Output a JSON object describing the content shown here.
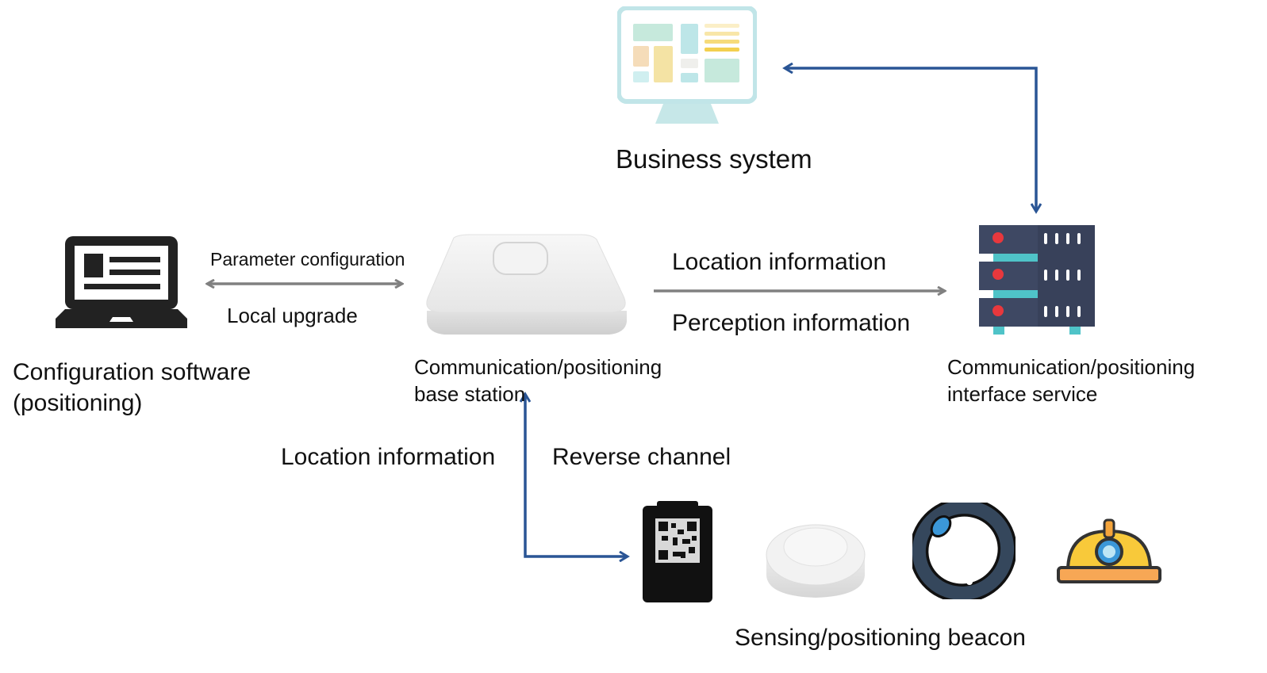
{
  "nodes": {
    "business_system": {
      "label": "Business system"
    },
    "config_software": {
      "label_line1": "Configuration software",
      "label_line2": "(positioning)"
    },
    "base_station": {
      "label_line1": "Communication/positioning",
      "label_line2": "base station"
    },
    "interface_service": {
      "label_line1": "Communication/positioning",
      "label_line2": "interface service"
    },
    "beacons": {
      "label": "Sensing/positioning beacon",
      "items": [
        "tag-card",
        "round-beacon",
        "wristband",
        "safety-helmet"
      ]
    }
  },
  "edges": {
    "config_link": {
      "top_label": "Parameter configuration",
      "bottom_label": "Local upgrade",
      "color": "#808080"
    },
    "uplink": {
      "top_label": "Location information",
      "bottom_label": "Perception information",
      "color": "#808080"
    },
    "beacon_link": {
      "left_label": "Location information",
      "right_label": "Reverse channel",
      "color": "#2a5595"
    },
    "business_link": {
      "color": "#2a5595"
    }
  },
  "colors": {
    "server_body": "#3b4660",
    "server_accent": "#4fc3c8",
    "server_led": "#e8383d",
    "laptop": "#222222",
    "monitor_frame": "#bfe6e8"
  }
}
